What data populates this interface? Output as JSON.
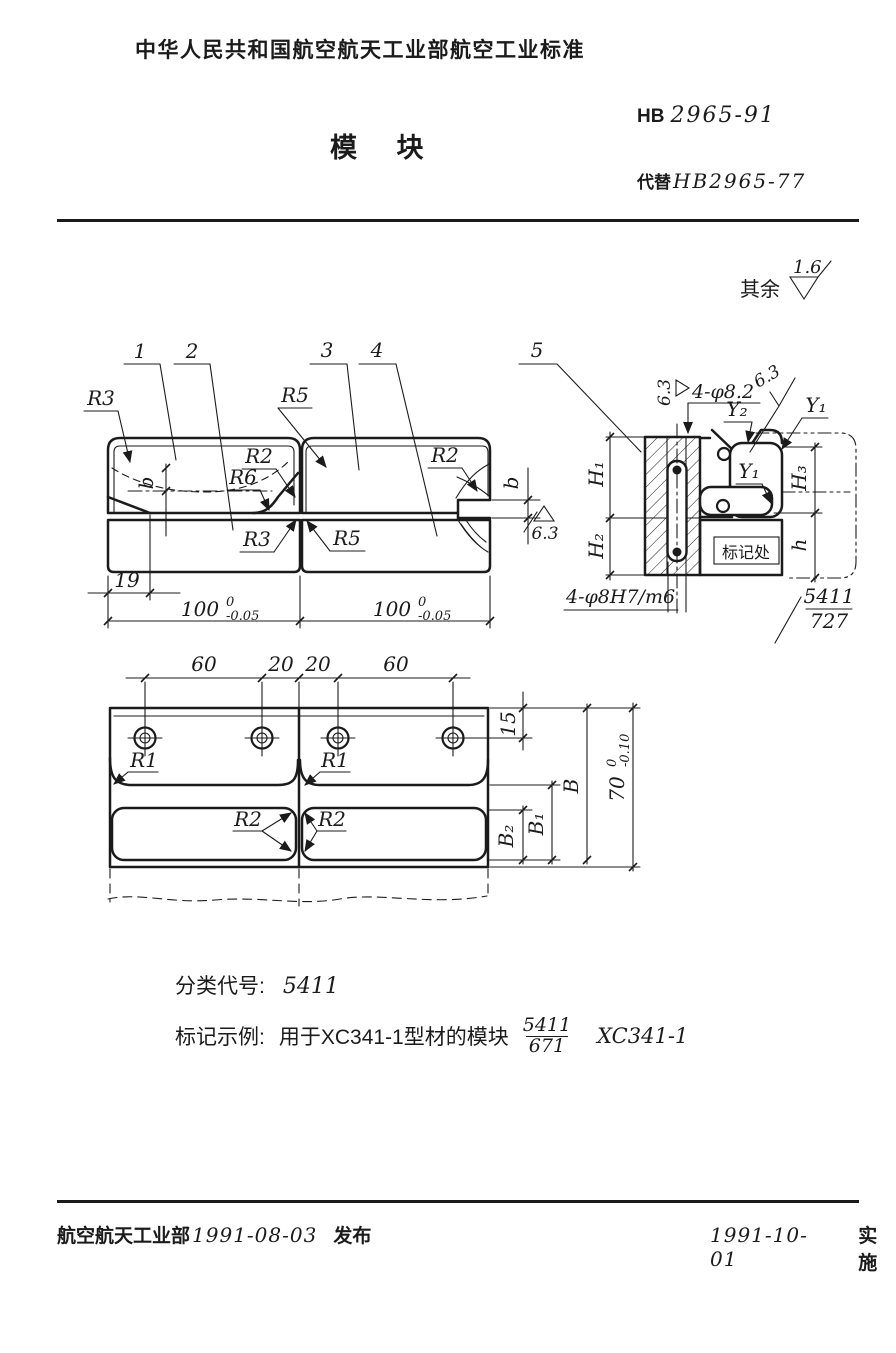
{
  "header": {
    "standard_body": "中华人民共和国航空航天工业部航空工业标准",
    "title": "模  块",
    "standard_code": "HB",
    "standard_number": "2965-91",
    "replaces_prefix": "代替",
    "replaces_number": "HB2965-77"
  },
  "finish_note": {
    "prefix": "其余",
    "value": "1.6"
  },
  "front_view": {
    "balloon_1": "1",
    "balloon_2": "2",
    "balloon_3": "3",
    "balloon_4": "4",
    "balloon_5": "5",
    "r3_top": "R3",
    "r5_top": "R5",
    "r2_mid": "R2",
    "r6_mid": "R6",
    "r3_bottom": "R3",
    "r5_bottom": "R5",
    "r2_right": "R2",
    "b_left": "b",
    "b_right": "b",
    "finish_b": "6.3",
    "dim_19": "19",
    "dim_100": "100",
    "dim_100_tol_hi": "0",
    "dim_100_tol_lo": "-0.05"
  },
  "section_view": {
    "finish_pin": "6.3",
    "holes_note": "4-φ8.2",
    "finish_cavity": "6.3",
    "y2": "Y₂",
    "y1_top": "Y₁",
    "y1_mid": "Y₁",
    "h1": "H₁",
    "h2": "H₂",
    "h3": "H₃",
    "h_small": "h",
    "mark_label": "标记处",
    "fit_note": "4-φ8H7/m6",
    "code_num": "5411",
    "code_den": "727"
  },
  "plan_view": {
    "dim_60_left": "60",
    "dim_20_left": "20",
    "dim_20_right": "20",
    "dim_60_right": "60",
    "r1_left": "R1",
    "r1_right": "R1",
    "r2_left": "R2",
    "r2_right": "R2",
    "dim_15": "15",
    "b2": "B₂",
    "b1": "B₁",
    "b_total": "B",
    "dim_70": "70",
    "dim_70_tol_hi": "0",
    "dim_70_tol_lo": "-0.10"
  },
  "notes": {
    "class_label": "分类代号:",
    "class_value": "5411",
    "example_label": "标记示例:",
    "example_text": "用于XC341-1型材的模块",
    "example_num": "5411",
    "example_den": "671",
    "example_suffix": "XC341-1"
  },
  "footer": {
    "issuer": "航空航天工业部",
    "issue_date": "1991-08-03",
    "issue_label": "发布",
    "impl_date": "1991-10-01",
    "impl_label": "实施"
  }
}
